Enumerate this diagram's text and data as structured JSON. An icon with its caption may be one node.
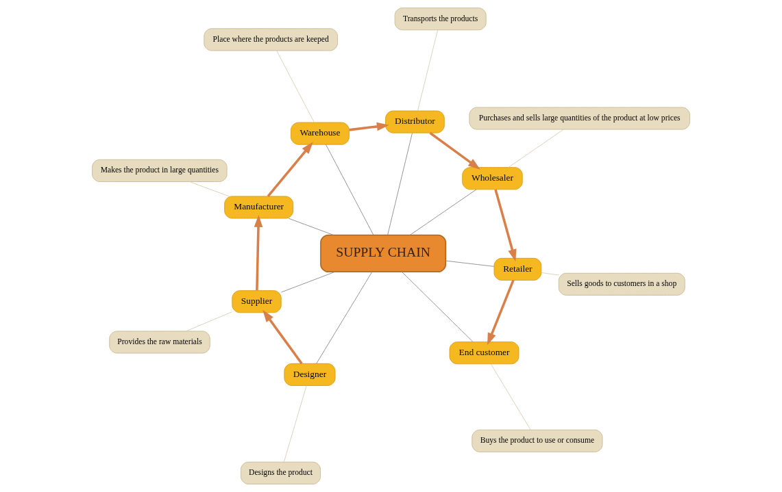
{
  "diagram": {
    "nodes": [
      {
        "text": [
          "SUPPLY CHAIN"
        ]
      },
      {
        "text": [
          "Designer"
        ]
      },
      {
        "text": [
          "Supplier"
        ]
      },
      {
        "text": [
          "Manufacturer"
        ]
      },
      {
        "text": [
          "Warehouse"
        ]
      },
      {
        "text": [
          "Distributor"
        ]
      },
      {
        "text": [
          "Wholesaler"
        ]
      },
      {
        "text": [
          "Retailer"
        ]
      },
      {
        "text": [
          "End customer"
        ]
      },
      {
        "text": [
          "Designs the product"
        ]
      },
      {
        "text": [
          "Provides the raw materials"
        ]
      },
      {
        "text": [
          "Makes the product in large quantities"
        ]
      },
      {
        "text": [
          "Place where the products are keeped"
        ]
      },
      {
        "text": [
          "Transports the products"
        ]
      },
      {
        "text": [
          "Purchases and sells large quantities of the product at low prices"
        ]
      },
      {
        "text": [
          "Sells goods to customers in a shop"
        ]
      },
      {
        "text": [
          "Buys the product to use or consume"
        ]
      }
    ],
    "edges": [
      {
        "from": 0,
        "to": 1,
        "arrow": "none"
      },
      {
        "from": 0,
        "to": 2,
        "arrow": "none"
      },
      {
        "from": 0,
        "to": 3,
        "arrow": "none"
      },
      {
        "from": 0,
        "to": 4,
        "arrow": "none"
      },
      {
        "from": 0,
        "to": 5,
        "arrow": "none"
      },
      {
        "from": 0,
        "to": 6,
        "arrow": "none"
      },
      {
        "from": 0,
        "to": 7,
        "arrow": "none"
      },
      {
        "from": 0,
        "to": 8,
        "arrow": "none"
      },
      {
        "from": 1,
        "to": 2,
        "arrow": "to",
        "style": "thick",
        "color": "#d9804a"
      },
      {
        "from": 2,
        "to": 3,
        "arrow": "to",
        "style": "thick",
        "color": "#d9804a"
      },
      {
        "from": 3,
        "to": 4,
        "arrow": "to",
        "style": "thick",
        "color": "#d9804a"
      },
      {
        "from": 4,
        "to": 5,
        "arrow": "to",
        "style": "thick",
        "color": "#d9804a"
      },
      {
        "from": 5,
        "to": 6,
        "arrow": "to",
        "style": "thick",
        "color": "#d9804a"
      },
      {
        "from": 6,
        "to": 7,
        "arrow": "to",
        "style": "thick",
        "color": "#d9804a"
      },
      {
        "from": 7,
        "to": 8,
        "arrow": "to",
        "style": "thick",
        "color": "#d9804a"
      },
      {
        "from": 1,
        "to": 9,
        "arrow": "none",
        "color": "#d8ccb4"
      },
      {
        "from": 2,
        "to": 10,
        "arrow": "none",
        "color": "#d8ccb4"
      },
      {
        "from": 3,
        "to": 11,
        "arrow": "none",
        "color": "#d8ccb4"
      },
      {
        "from": 4,
        "to": 12,
        "arrow": "none",
        "color": "#d8ccb4"
      },
      {
        "from": 5,
        "to": 13,
        "arrow": "none",
        "color": "#d8ccb4"
      },
      {
        "from": 6,
        "to": 14,
        "arrow": "none",
        "color": "#d8ccb4"
      },
      {
        "from": 7,
        "to": 15,
        "arrow": "none",
        "color": "#d8ccb4"
      },
      {
        "from": 8,
        "to": 16,
        "arrow": "none",
        "color": "#d8ccb4"
      }
    ]
  }
}
